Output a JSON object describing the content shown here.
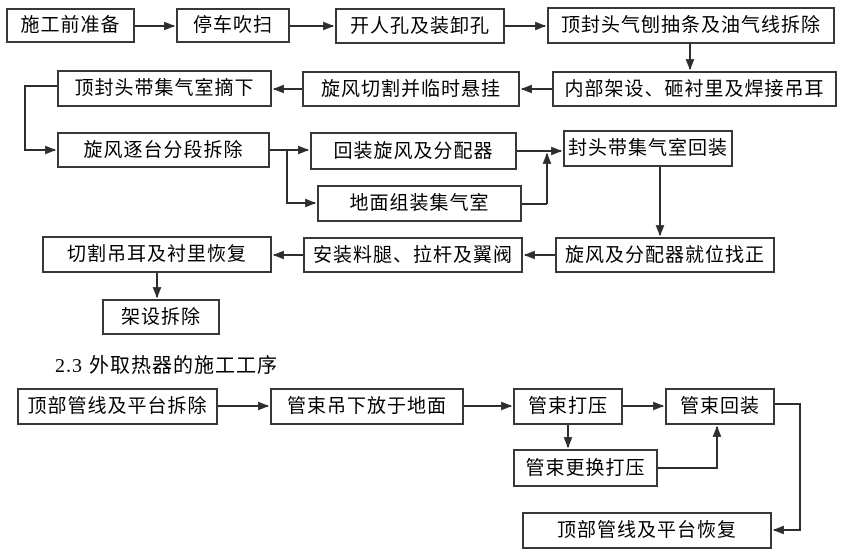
{
  "page": {
    "background_color": "#ffffff",
    "line_color": "#2e2e2e",
    "text_color": "#000000"
  },
  "section_title": "2.3 外取热器的施工工序",
  "diagram": {
    "type": "flowchart",
    "nodes": {
      "a1": {
        "label": "施工前准备"
      },
      "a2": {
        "label": "停车吹扫"
      },
      "a3": {
        "label": "开人孔及装卸孔"
      },
      "a4": {
        "label": "顶封头气刨抽条及油气线拆除"
      },
      "b1": {
        "label": "顶封头带集气室摘下"
      },
      "b2": {
        "label": "旋风切割并临时悬挂"
      },
      "b3": {
        "label": "内部架设、砸衬里及焊接吊耳"
      },
      "c1": {
        "label": "旋风逐台分段拆除"
      },
      "c2": {
        "label": "回装旋风及分配器"
      },
      "c3": {
        "label": "封头带集气室回装"
      },
      "c4": {
        "label": "地面组装集气室"
      },
      "d1": {
        "label": "切割吊耳及衬里恢复"
      },
      "d2": {
        "label": "安装料腿、拉杆及翼阀"
      },
      "d3": {
        "label": "旋风及分配器就位找正"
      },
      "e1": {
        "label": "架设拆除"
      },
      "f1": {
        "label": "顶部管线及平台拆除"
      },
      "f2": {
        "label": "管束吊下放于地面"
      },
      "f3": {
        "label": "管束打压"
      },
      "f4": {
        "label": "管束回装"
      },
      "g1": {
        "label": "管束更换打压"
      },
      "h1": {
        "label": "顶部管线及平台恢复"
      }
    },
    "edges": [
      {
        "from": "a1",
        "to": "a2"
      },
      {
        "from": "a2",
        "to": "a3"
      },
      {
        "from": "a3",
        "to": "a4"
      },
      {
        "from": "a4",
        "to": "b3"
      },
      {
        "from": "b3",
        "to": "b2"
      },
      {
        "from": "b2",
        "to": "b1"
      },
      {
        "from": "b1",
        "to": "c1"
      },
      {
        "from": "c1",
        "to": "c2"
      },
      {
        "from": "c1",
        "to": "c4"
      },
      {
        "from": "c2",
        "to": "c3"
      },
      {
        "from": "c4",
        "to": "c3"
      },
      {
        "from": "c3",
        "to": "d3"
      },
      {
        "from": "d3",
        "to": "d2"
      },
      {
        "from": "d2",
        "to": "d1"
      },
      {
        "from": "d1",
        "to": "e1"
      },
      {
        "from": "f1",
        "to": "f2"
      },
      {
        "from": "f2",
        "to": "f3"
      },
      {
        "from": "f3",
        "to": "f4"
      },
      {
        "from": "f3",
        "to": "g1"
      },
      {
        "from": "g1",
        "to": "f4"
      },
      {
        "from": "f4",
        "to": "h1"
      }
    ]
  }
}
